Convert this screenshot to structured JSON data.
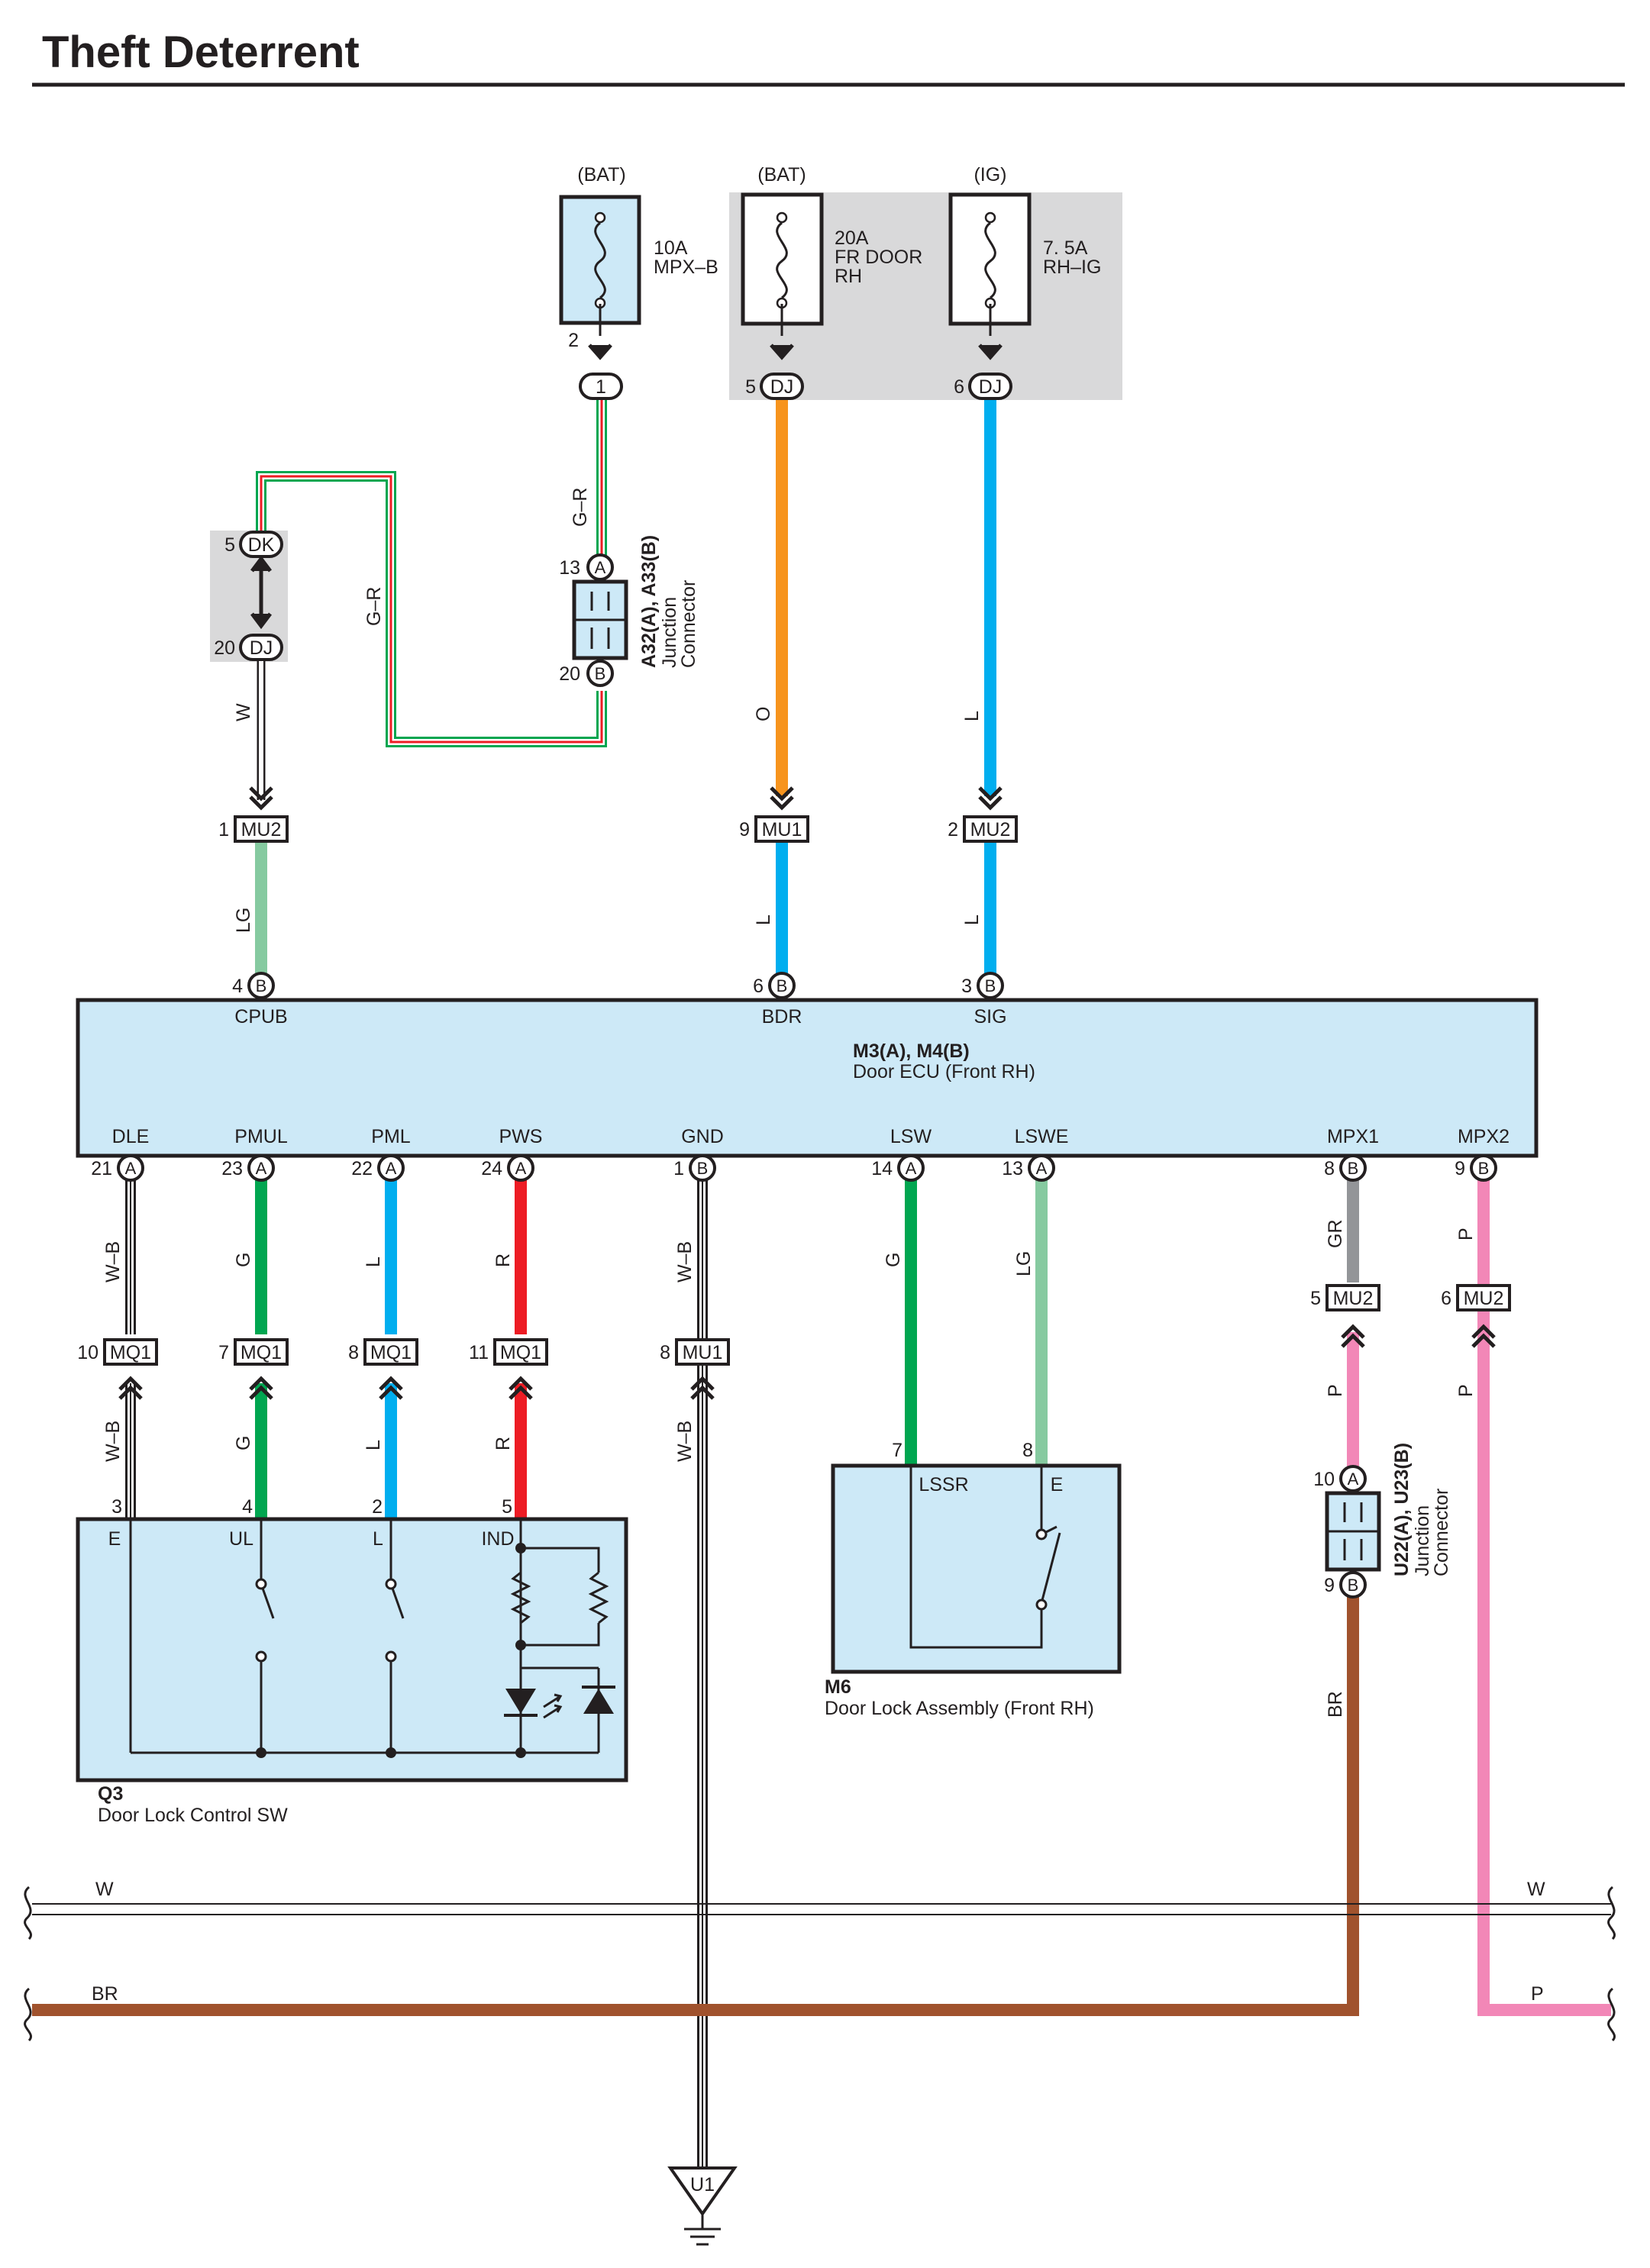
{
  "title": "Theft Deterrent",
  "colors": {
    "bodyfill": "#cde9f7",
    "fusebox": "#d9d9da",
    "O": "#f7941d",
    "L": "#00aeef",
    "LG": "#86caa0",
    "G": "#00a650",
    "R": "#ed1c24",
    "GR": "#939598",
    "P": "#f287b7",
    "BR": "#a0522d",
    "GR_stripe": "#ed1c24"
  },
  "fuses": [
    {
      "id": "fuse-mpx-b",
      "source": "(BAT)",
      "rating": "10A",
      "name1": "MPX–B",
      "name2": ""
    },
    {
      "id": "fuse-fr-door-rh",
      "source": "(BAT)",
      "rating": "20A",
      "name1": "FR DOOR",
      "name2": "RH"
    },
    {
      "id": "fuse-rh-ig",
      "source": "(IG)",
      "rating": "7. 5A",
      "name1": "RH–IG",
      "name2": ""
    }
  ],
  "connectors": {
    "c1": {
      "pin": "2",
      "name": "1"
    },
    "dj5": {
      "pin": "5",
      "name": "DJ"
    },
    "dj6": {
      "pin": "6",
      "name": "DJ"
    },
    "dk5": {
      "pin": "5",
      "name": "DK"
    },
    "dj20": {
      "pin": "20",
      "name": "DJ"
    },
    "mu2_1": {
      "pin": "1",
      "name": "MU2"
    },
    "mu1_9": {
      "pin": "9",
      "name": "MU1"
    },
    "mu2_2": {
      "pin": "2",
      "name": "MU2"
    },
    "mq1_10": {
      "pin": "10",
      "name": "MQ1"
    },
    "mq1_7": {
      "pin": "7",
      "name": "MQ1"
    },
    "mq1_8": {
      "pin": "8",
      "name": "MQ1"
    },
    "mq1_11": {
      "pin": "11",
      "name": "MQ1"
    },
    "mu1_8": {
      "pin": "8",
      "name": "MU1"
    },
    "mu2_5": {
      "pin": "5",
      "name": "MU2"
    },
    "mu2_6": {
      "pin": "6",
      "name": "MU2"
    }
  },
  "junction_a32": {
    "pin_top": "13",
    "letter_top": "A",
    "pin_bottom": "20",
    "letter_bottom": "B",
    "name": "A32(A), A33(B)",
    "line1": "Junction",
    "line2": "Connector"
  },
  "junction_u22": {
    "pin_top": "10",
    "letter_top": "A",
    "pin_bottom": "9",
    "letter_bottom": "B",
    "name": "U22(A), U23(B)",
    "line1": "Junction",
    "line2": "Connector"
  },
  "ecu": {
    "name": "M3(A), M4(B)",
    "desc": "Door ECU (Front RH)",
    "top_pins": [
      {
        "num": "4",
        "letter": "B",
        "label": "CPUB"
      },
      {
        "num": "6",
        "letter": "B",
        "label": "BDR"
      },
      {
        "num": "3",
        "letter": "B",
        "label": "SIG"
      }
    ],
    "bottom_pins": [
      {
        "num": "21",
        "letter": "A",
        "label": "DLE"
      },
      {
        "num": "23",
        "letter": "A",
        "label": "PMUL"
      },
      {
        "num": "22",
        "letter": "A",
        "label": "PML"
      },
      {
        "num": "24",
        "letter": "A",
        "label": "PWS"
      },
      {
        "num": "1",
        "letter": "B",
        "label": "GND"
      },
      {
        "num": "14",
        "letter": "A",
        "label": "LSW"
      },
      {
        "num": "13",
        "letter": "A",
        "label": "LSWE"
      },
      {
        "num": "8",
        "letter": "B",
        "label": "MPX1"
      },
      {
        "num": "9",
        "letter": "B",
        "label": "MPX2"
      }
    ]
  },
  "wire_labels": {
    "gr_short": "G–R",
    "gr_long": "G–R",
    "w_dj": "W",
    "o": "O",
    "l_sig": "L",
    "lg_cpub": "LG",
    "l_bdr": "L",
    "l_sig2": "L",
    "wb_dle": "W–B",
    "g_pmul": "G",
    "l_pml": "L",
    "r_pws": "R",
    "wb_gnd": "W–B",
    "g_lsw": "G",
    "lg_lswe": "LG",
    "gr_mpx1": "GR",
    "p_mpx2": "P",
    "wb_q3": "W–B",
    "g_q3": "G",
    "l_q3": "L",
    "r_q3": "R",
    "wb_gnd2": "W–B",
    "p_mu2_5": "P",
    "p_mu2_6": "P",
    "br_u22": "BR"
  },
  "q3": {
    "name": "Q3",
    "desc": "Door Lock Control SW",
    "pins": [
      {
        "num": "3",
        "label": "E"
      },
      {
        "num": "4",
        "label": "UL"
      },
      {
        "num": "2",
        "label": "L"
      },
      {
        "num": "5",
        "label": "IND"
      }
    ]
  },
  "m6": {
    "name": "M6",
    "desc": "Door Lock Assembly (Front RH)",
    "pins": [
      {
        "num": "7",
        "label": "LSSR"
      },
      {
        "num": "8",
        "label": "E"
      }
    ]
  },
  "bus": {
    "w_left": "W",
    "w_right": "W",
    "br_left": "BR",
    "p_right": "P"
  },
  "ground": {
    "name": "U1"
  }
}
